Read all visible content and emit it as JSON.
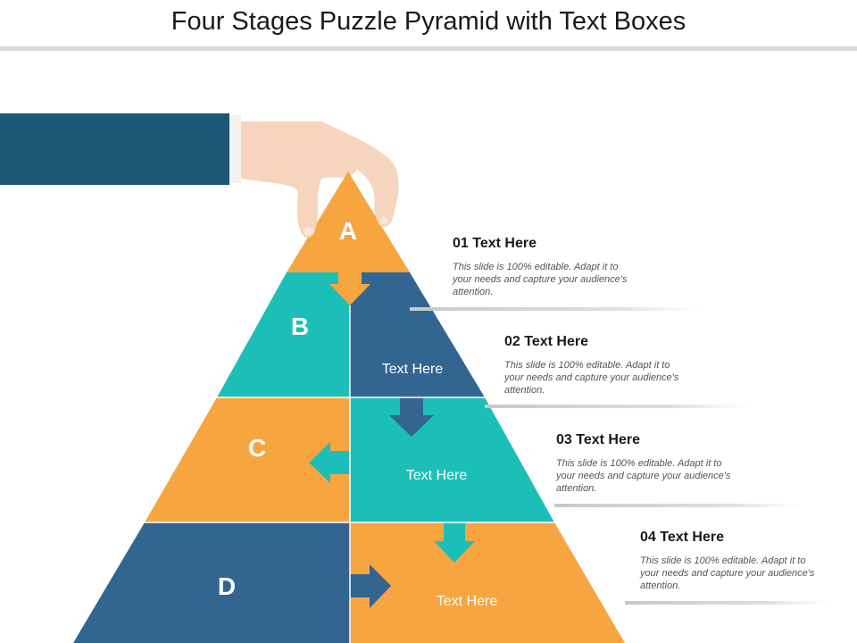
{
  "title": "Four Stages Puzzle Pyramid with Text Boxes",
  "colors": {
    "orange": "#F7A541",
    "teal": "#1CBFB7",
    "blue": "#336591",
    "sleeve": "#1B5876",
    "skin": "#F7D4BD",
    "divider": "#DADADA"
  },
  "pyramid": {
    "segments": [
      {
        "letter": "A"
      },
      {
        "letter": "B",
        "text": "Text Here"
      },
      {
        "letter": "C",
        "text": "Text Here"
      },
      {
        "letter": "D",
        "text": "Text Here"
      }
    ]
  },
  "stages": [
    {
      "heading": "01 Text Here",
      "body": "This slide is 100% editable. Adapt it to your needs and capture your audience's attention."
    },
    {
      "heading": "02 Text Here",
      "body": "This slide is 100% editable. Adapt it to your needs and capture your audience's attention."
    },
    {
      "heading": "03 Text Here",
      "body": "This slide is 100% editable. Adapt it to your needs and capture your audience's attention."
    },
    {
      "heading": "04 Text Here",
      "body": "This slide is 100% editable. Adapt it to your needs and capture your audience's attention."
    }
  ]
}
